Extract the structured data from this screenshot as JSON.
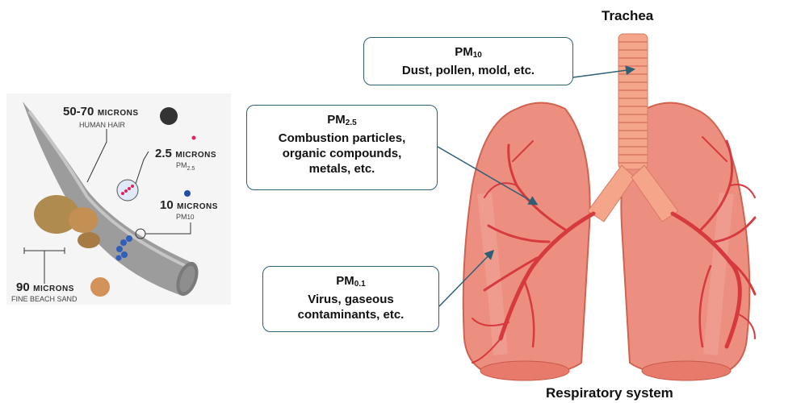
{
  "scale_panel": {
    "hair": {
      "size": "50-70",
      "unit": "MICRONS",
      "desc": "HUMAN HAIR"
    },
    "pm25": {
      "size": "2.5",
      "unit": "MICRONS",
      "desc_base": "PM",
      "desc_sub": "2.5"
    },
    "pm10": {
      "size": "10",
      "unit": "MICRONS",
      "desc_base": "PM",
      "desc_sub": "10"
    },
    "sand": {
      "size": "90",
      "unit": "MICRONS",
      "desc": "FINE BEACH SAND"
    },
    "colors": {
      "hair_dot": "#333333",
      "pm25_dot": "#e0245e",
      "pm10_dot": "#1f4fa8",
      "sand_dot": "#d4925b"
    }
  },
  "callouts": {
    "pm10": {
      "pm_base": "PM",
      "pm_sub": "10",
      "text": "Dust, pollen, mold, etc."
    },
    "pm25": {
      "pm_base": "PM",
      "pm_sub": "2.5",
      "lines": [
        "Combustion particles,",
        "organic compounds,",
        "metals, etc."
      ]
    },
    "pm01": {
      "pm_base": "PM",
      "pm_sub": "0.1",
      "lines": [
        "Virus, gaseous",
        "contaminants, etc."
      ]
    }
  },
  "labels": {
    "trachea": "Trachea",
    "respiratory": "Respiratory system"
  },
  "colors": {
    "callout_border": "#2e5f75",
    "lung_fill": "#ec8f80",
    "airway": "#d63a3f",
    "trachea": "#f4a58a"
  }
}
